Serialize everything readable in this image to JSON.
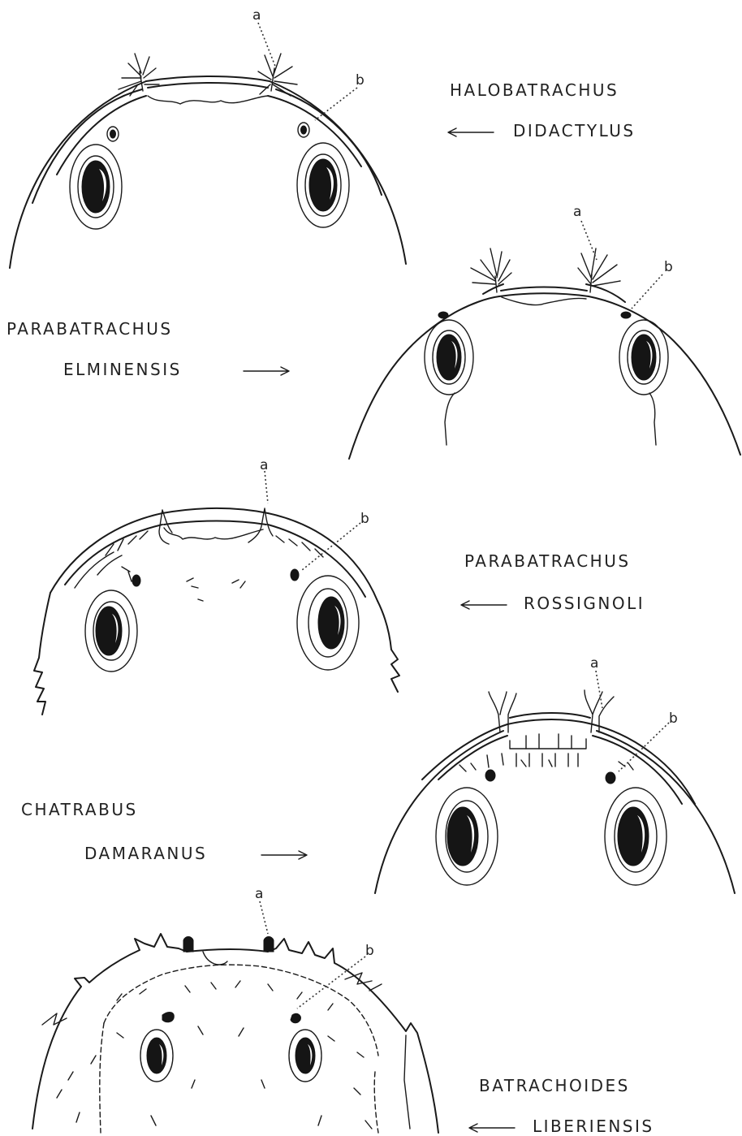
{
  "figure": {
    "specimens": [
      {
        "genus": "HALOBATRACHUS",
        "species": "DIDACTYLUS",
        "arrow": "←",
        "marker_a": "a",
        "marker_b": "b"
      },
      {
        "genus": "PARABATRACHUS",
        "species": "ELMINENSIS",
        "arrow": "→",
        "marker_a": "a",
        "marker_b": "b"
      },
      {
        "genus": "PARABATRACHUS",
        "species": "ROSSIGNOLI",
        "arrow": "←",
        "marker_a": "a",
        "marker_b": "b"
      },
      {
        "genus": "CHATRABUS",
        "species": "DAMARANUS",
        "arrow": "→",
        "marker_a": "a",
        "marker_b": "b"
      },
      {
        "genus": "BATRACHOIDES",
        "species": "LIBERIENSIS",
        "arrow": "←",
        "marker_a": "a",
        "marker_b": "b"
      }
    ]
  }
}
